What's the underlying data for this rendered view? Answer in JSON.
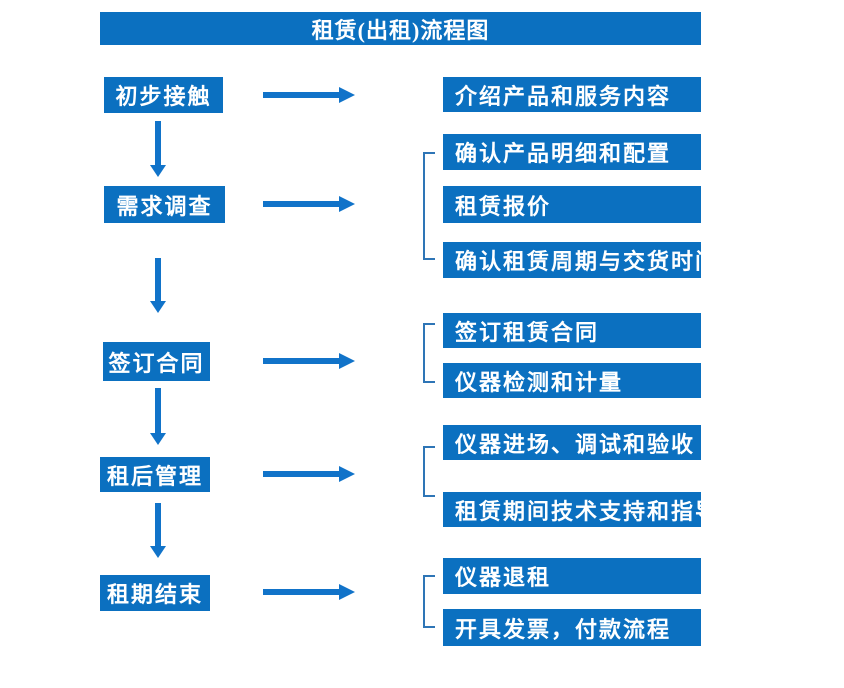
{
  "title": "租赁(出租)流程图",
  "colors": {
    "box_blue": "#0b70c0",
    "arrow_blue": "#1173c9",
    "bracket_blue": "#2e75b6",
    "text_white": "#ffffff"
  },
  "steps": [
    {
      "label": "初步接触",
      "children": [
        "介绍产品和服务内容"
      ]
    },
    {
      "label": "需求调查",
      "children": [
        "确认产品明细和配置",
        "租赁报价",
        "确认租赁周期与交货时间"
      ]
    },
    {
      "label": "签订合同",
      "children": [
        "签订租赁合同",
        "仪器检测和计量"
      ]
    },
    {
      "label": "租后管理",
      "children": [
        "仪器进场、调试和验收",
        "租赁期间技术支持和指导"
      ]
    },
    {
      "label": "租期结束",
      "children": [
        "仪器退租",
        "开具发票，付款流程"
      ]
    }
  ]
}
